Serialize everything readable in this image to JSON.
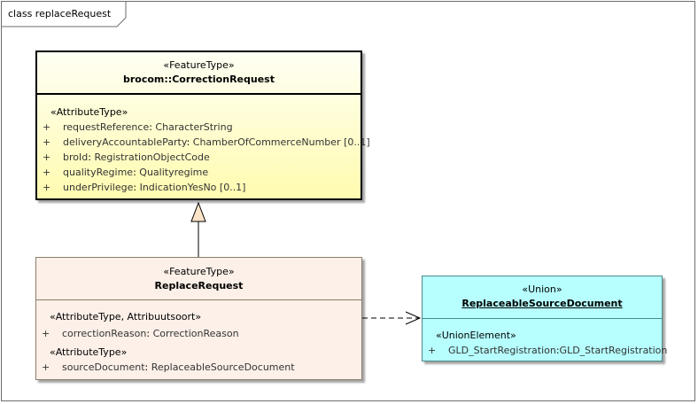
{
  "frame": {
    "title": "class replaceRequest"
  },
  "correction_request": {
    "stereotype": "«FeatureType»",
    "name": "brocom::CorrectionRequest",
    "attribute_stereotype": "«AttributeType»",
    "attributes": [
      {
        "visibility": "+",
        "name": "requestReference",
        "type": "CharacterString"
      },
      {
        "visibility": "+",
        "name": "deliveryAccountableParty",
        "type": "ChamberOfCommerceNumber [0..1]"
      },
      {
        "visibility": "+",
        "name": "broId",
        "type": "RegistrationObjectCode"
      },
      {
        "visibility": "+",
        "name": "qualityRegime",
        "type": "Qualityregime"
      },
      {
        "visibility": "+",
        "name": "underPrivilege",
        "type": "IndicationYesNo [0..1]"
      }
    ],
    "colors": {
      "fill_top": "#fffff0",
      "fill_bottom": "#fffbb0",
      "border": "#000000"
    }
  },
  "replace_request": {
    "stereotype": "«FeatureType»",
    "name": "ReplaceRequest",
    "attribute_groups": [
      {
        "stereotype": "«AttributeType, Attribuutsoort»",
        "attributes": [
          {
            "visibility": "+",
            "name": "correctionReason",
            "type": "CorrectionReason"
          }
        ]
      },
      {
        "stereotype": "«AttributeType»",
        "attributes": [
          {
            "visibility": "+",
            "name": "sourceDocument",
            "type": "ReplaceableSourceDocument"
          }
        ]
      }
    ],
    "colors": {
      "fill": "#fcf0e8",
      "border": "#8b7d6b"
    }
  },
  "replaceable_source_document": {
    "stereotype": "«Union»",
    "name": "ReplaceableSourceDocument",
    "attribute_stereotype": "«UnionElement»",
    "attributes": [
      {
        "visibility": "+",
        "name": "GLD_StartRegistration",
        "type": "GLD_StartRegistration"
      }
    ],
    "colors": {
      "fill": "#b7ffff",
      "border": "#4a8a8a"
    }
  },
  "connectors": {
    "generalization": {
      "from": "ReplaceRequest",
      "to": "brocom::CorrectionRequest",
      "kind": "generalization"
    },
    "dependency": {
      "from": "ReplaceRequest",
      "to": "ReplaceableSourceDocument",
      "kind": "dependency"
    }
  }
}
